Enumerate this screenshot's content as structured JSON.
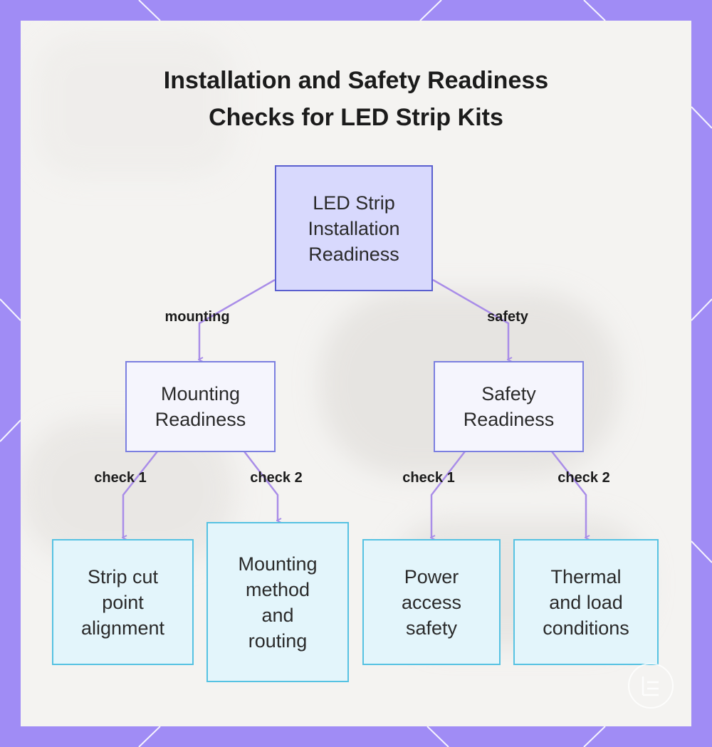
{
  "title": {
    "line1": "Installation and Safety Readiness",
    "line2": "Checks for LED Strip Kits"
  },
  "nodes": {
    "root": "LED Strip\nInstallation\nReadiness",
    "mounting": "Mounting\nReadiness",
    "safety": "Safety\nReadiness",
    "strip_cut": "Strip cut\npoint\nalignment",
    "mounting_method": "Mounting\nmethod\nand\nrouting",
    "power_access": "Power\naccess\nsafety",
    "thermal_load": "Thermal\nand load\nconditions"
  },
  "edge_labels": {
    "root_mounting": "mounting",
    "root_safety": "safety",
    "mounting_check1": "check 1",
    "mounting_check2": "check 2",
    "safety_check1": "check 1",
    "safety_check2": "check 2"
  },
  "colors": {
    "frame": "#a08cf5",
    "edge": "#a98de8",
    "root_fill": "#d8d9fd",
    "mid_fill": "#f5f5fd",
    "leaf_fill": "#e3f5fb",
    "leaf_border": "#56c2e2"
  }
}
